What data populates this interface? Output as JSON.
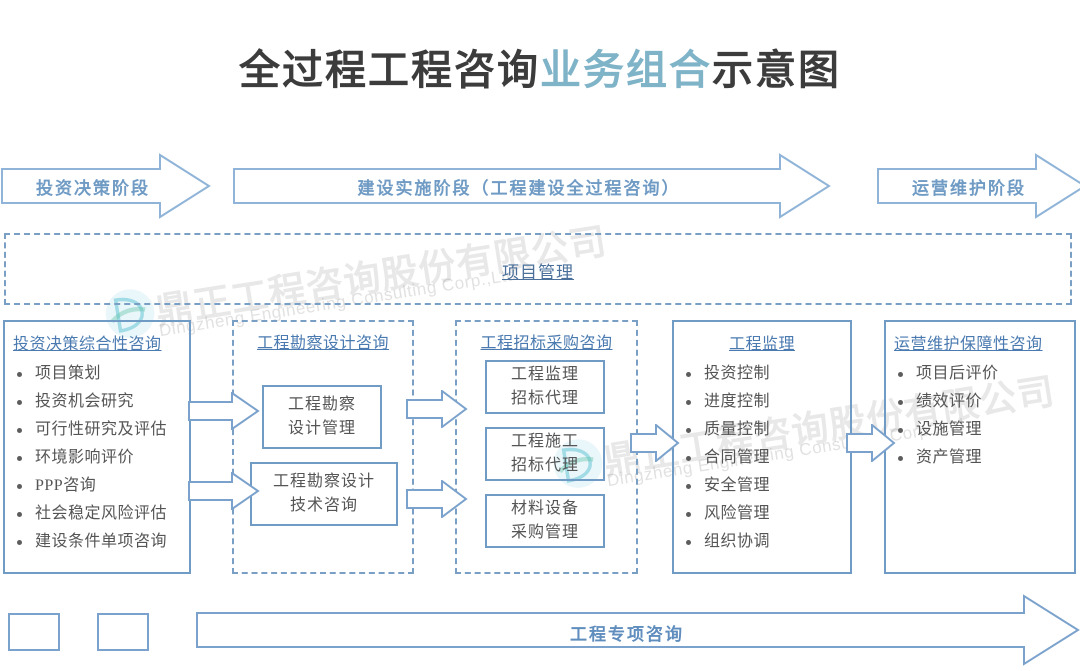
{
  "title": {
    "part1": "全过程工程咨询",
    "highlight": "业务组合",
    "part2": "示意图",
    "highlight_color": "#7fb3c8"
  },
  "watermark": {
    "cn": "鼎正工程咨询股份有限公司",
    "en": "Dingzheng Engineering Consulting Corp.,Ltd"
  },
  "phases": [
    {
      "label": "投资决策阶段"
    },
    {
      "label": "建设实施阶段（工程建设全过程咨询）"
    },
    {
      "label": "运营维护阶段"
    }
  ],
  "project_management": {
    "label": "项目管理"
  },
  "columns": [
    {
      "title": "投资决策综合性咨询",
      "type": "bullets",
      "items": [
        "项目策划",
        "投资机会研究",
        "可行性研究及评估",
        "环境影响评价",
        "PPP咨询",
        "社会稳定风险评估",
        "建设条件单项咨询"
      ]
    },
    {
      "title": "工程勘察设计咨询",
      "type": "boxes",
      "items": [
        {
          "line1": "工程勘察",
          "line2": "设计管理"
        },
        {
          "line1": "工程勘察设计",
          "line2": "技术咨询"
        }
      ]
    },
    {
      "title": "工程招标采购咨询",
      "type": "boxes",
      "items": [
        {
          "line1": "工程监理",
          "line2": "招标代理"
        },
        {
          "line1": "工程施工",
          "line2": "招标代理"
        },
        {
          "line1": "材料设备",
          "line2": "采购管理"
        }
      ]
    },
    {
      "title": "工程监理",
      "type": "bullets",
      "items": [
        "投资控制",
        "进度控制",
        "质量控制",
        "合同管理",
        "安全管理",
        "风险管理",
        "组织协调"
      ]
    },
    {
      "title": "运营维护保障性咨询",
      "type": "bullets",
      "items": [
        "项目后评价",
        "绩效评价",
        "设施管理",
        "资产管理"
      ]
    }
  ],
  "bottom": {
    "label": "工程专项咨询"
  },
  "colors": {
    "outline": "#6f9bc4",
    "dashed": "#7a9fc4",
    "title_text": "#4a7ab0",
    "body_text": "#555555",
    "phase_text": "#6f9bc4"
  }
}
